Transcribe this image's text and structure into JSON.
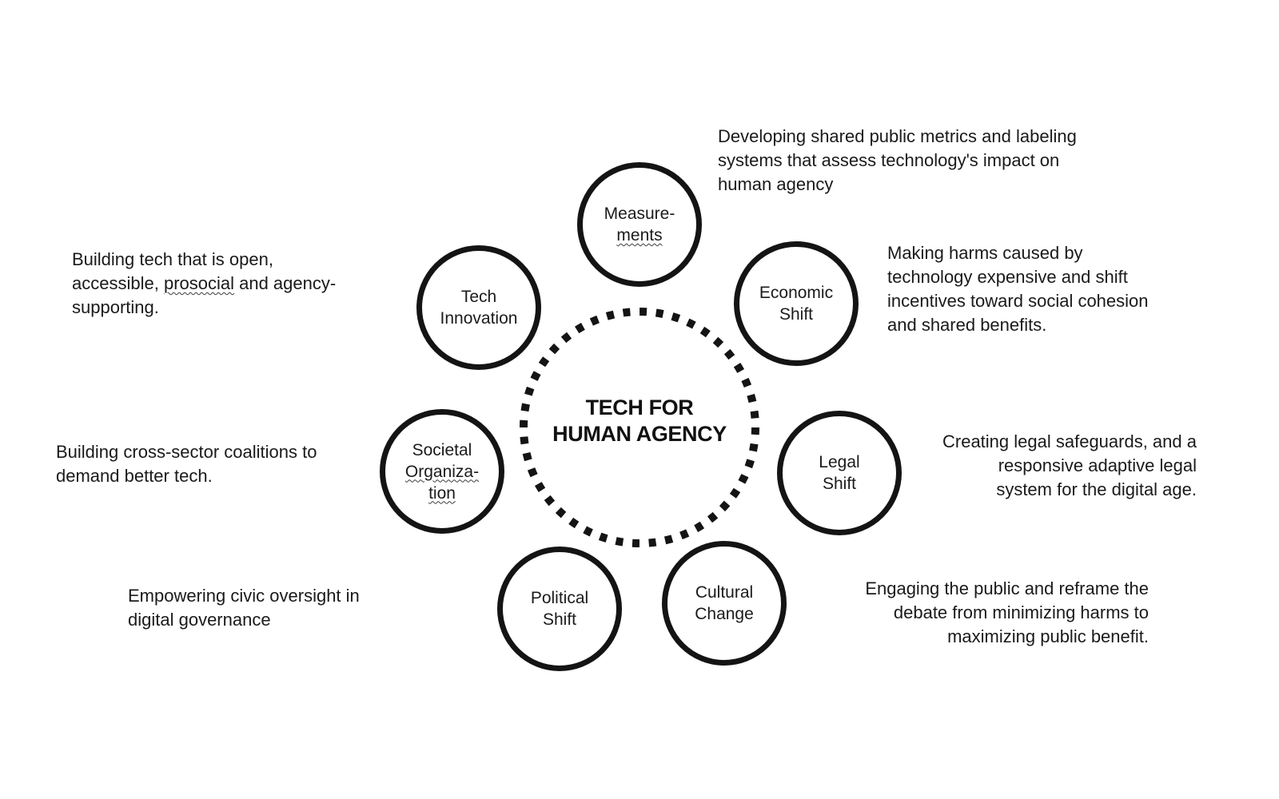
{
  "center": {
    "line1": "TECH FOR",
    "line2": "HUMAN AGENCY"
  },
  "nodes": {
    "measurements": {
      "line1": "Measure-",
      "line2": "ments"
    },
    "tech_innovation": {
      "line1": "Tech",
      "line2": "Innovation"
    },
    "economic_shift": {
      "line1": "Economic",
      "line2": "Shift"
    },
    "societal_organization": {
      "line1": "Societal",
      "line2": "Organiza-",
      "line3": "tion"
    },
    "legal_shift": {
      "line1": "Legal",
      "line2": "Shift"
    },
    "political_shift": {
      "line1": "Political",
      "line2": "Shift"
    },
    "cultural_change": {
      "line1": "Cultural",
      "line2": "Change"
    }
  },
  "descriptions": {
    "measurements": {
      "line1": "Developing shared public metrics and labeling",
      "line2": "systems that assess technology's impact on",
      "line3": "human agency"
    },
    "economic_shift": {
      "line1": "Making harms caused by",
      "line2": "technology expensive and shift",
      "line3": "incentives toward social cohesion",
      "line4": "and shared benefits."
    },
    "legal_shift": {
      "line1": "Creating legal safeguards, and a",
      "line2": "responsive adaptive legal",
      "line3": "system for the digital age."
    },
    "cultural_change": {
      "line1": "Engaging the public and reframe the",
      "line2": "debate from minimizing harms to",
      "line3": "maximizing public benefit."
    },
    "tech_innovation": {
      "line1": "Building tech that is open,",
      "line2_pre": "accessible, ",
      "line2_wavy": "prosocial",
      "line2_post": " and agency-",
      "line3": "supporting."
    },
    "societal_organization": {
      "line1": "Building cross-sector coalitions to",
      "line2": "demand better tech."
    },
    "political_shift": {
      "line1": "Empowering civic oversight in",
      "line2": "digital governance"
    }
  },
  "colors": {
    "ink": "#141414",
    "background": "#ffffff"
  }
}
